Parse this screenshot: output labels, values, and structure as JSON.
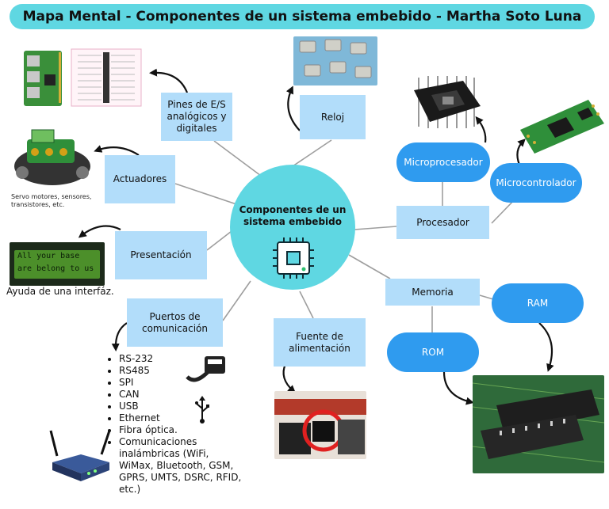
{
  "title": "Mapa Mental - Componentes de un sistema embebido - Martha Soto Luna",
  "center": {
    "label": "Componentes de un sistema embebido",
    "icon": "chip-icon"
  },
  "nodes": {
    "pines": "Pines de E/S analógicos y digitales",
    "reloj": "Reloj",
    "actuadores": "Actuadores",
    "presentacion": "Presentación",
    "puertos": "Puertos de comunicación",
    "fuente": "Fuente de alimentación",
    "procesador": "Procesador",
    "memoria": "Memoria",
    "microprocesador": "Microprocesador",
    "microcontrolador": "Microcontrolador",
    "ram": "RAM",
    "rom": "ROM"
  },
  "captions": {
    "actuadores": "Servo motores, sensores, transistores, etc.",
    "presentacion": "Ayuda de una interfáz."
  },
  "lcd_text": [
    "All your base",
    "are belong to us"
  ],
  "ports_list": [
    "RS-232",
    "RS485",
    "SPI",
    "CAN",
    "USB",
    "Ethernet",
    "Fibra óptica.",
    "Comunicaciones inalámbricas (WiFi, WiMax, Bluetooth, GSM, GPRS, UMTS, DSRC, RFID, etc.)"
  ],
  "colors": {
    "title_bg": "#5fd7e2",
    "center_bg": "#5fd7e2",
    "node_bg": "#b2ddfa",
    "pill_bg": "#2f9bef",
    "line": "#9e9e9e"
  }
}
